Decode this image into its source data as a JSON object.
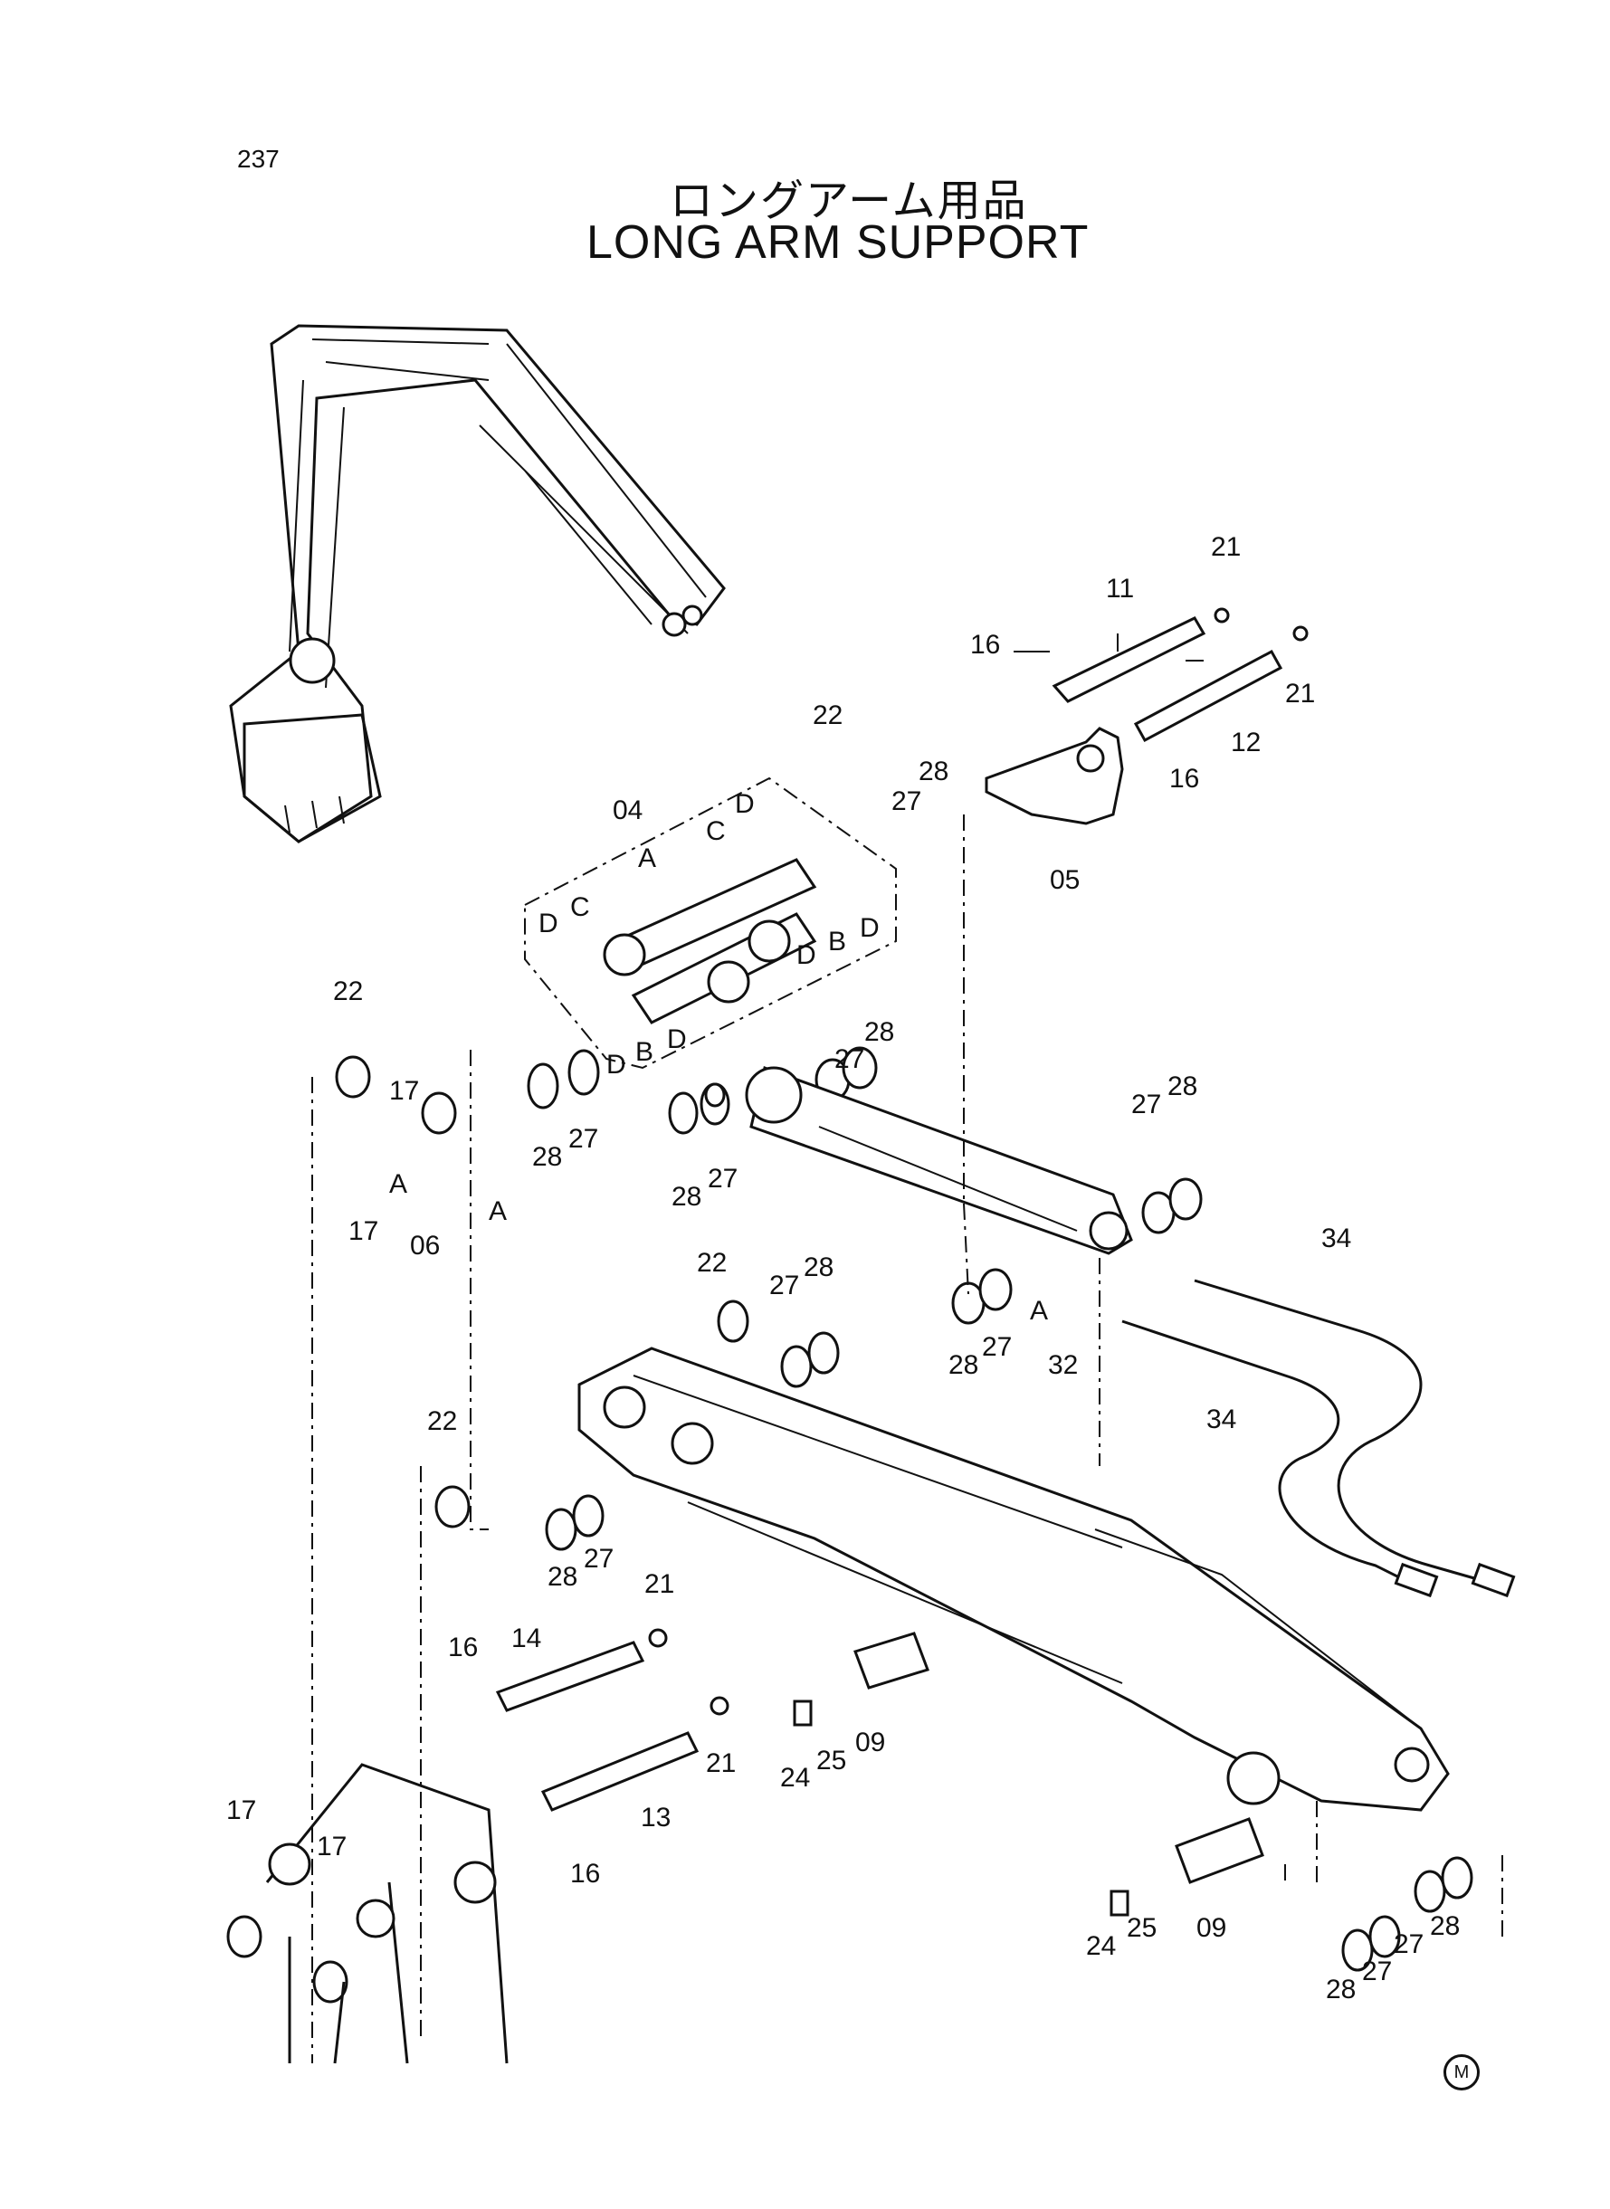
{
  "header": {
    "page_number": "237",
    "title_ja": "ロングアーム用品",
    "title_en": "LONG ARM SUPPORT"
  },
  "footer": {
    "mark": "M"
  },
  "callouts": [
    {
      "id": "c21a",
      "text": "21"
    },
    {
      "id": "c11",
      "text": "11"
    },
    {
      "id": "c16a",
      "text": "16"
    },
    {
      "id": "c21b",
      "text": "21"
    },
    {
      "id": "c12",
      "text": "12"
    },
    {
      "id": "c16b",
      "text": "16"
    },
    {
      "id": "c22a",
      "text": "22"
    },
    {
      "id": "c28a",
      "text": "28"
    },
    {
      "id": "c27a",
      "text": "27"
    },
    {
      "id": "c05",
      "text": "05"
    },
    {
      "id": "c04",
      "text": "04"
    },
    {
      "id": "cDa",
      "text": "D"
    },
    {
      "id": "cCa",
      "text": "C"
    },
    {
      "id": "cAa",
      "text": "A"
    },
    {
      "id": "cCb",
      "text": "C"
    },
    {
      "id": "cDb",
      "text": "D"
    },
    {
      "id": "cDc",
      "text": "D"
    },
    {
      "id": "cBa",
      "text": "B"
    },
    {
      "id": "cDd",
      "text": "D"
    },
    {
      "id": "cDe",
      "text": "D"
    },
    {
      "id": "cBb",
      "text": "B"
    },
    {
      "id": "cDf",
      "text": "D"
    },
    {
      "id": "c22b",
      "text": "22"
    },
    {
      "id": "c17a",
      "text": "17"
    },
    {
      "id": "c28b",
      "text": "28"
    },
    {
      "id": "c27b",
      "text": "27"
    },
    {
      "id": "c28c",
      "text": "28"
    },
    {
      "id": "c27c",
      "text": "27"
    },
    {
      "id": "cAb",
      "text": "A"
    },
    {
      "id": "cAc",
      "text": "A"
    },
    {
      "id": "c17b",
      "text": "17"
    },
    {
      "id": "c06",
      "text": "06"
    },
    {
      "id": "c28d",
      "text": "28"
    },
    {
      "id": "c27d",
      "text": "27"
    },
    {
      "id": "c27e",
      "text": "27"
    },
    {
      "id": "c28e",
      "text": "28"
    },
    {
      "id": "c34a",
      "text": "34"
    },
    {
      "id": "c22c",
      "text": "22"
    },
    {
      "id": "c27f",
      "text": "27"
    },
    {
      "id": "c28f",
      "text": "28"
    },
    {
      "id": "cAd",
      "text": "A"
    },
    {
      "id": "c28g",
      "text": "28"
    },
    {
      "id": "c27g",
      "text": "27"
    },
    {
      "id": "c32",
      "text": "32"
    },
    {
      "id": "c34b",
      "text": "34"
    },
    {
      "id": "c22d",
      "text": "22"
    },
    {
      "id": "c28h",
      "text": "28"
    },
    {
      "id": "c27h",
      "text": "27"
    },
    {
      "id": "c21c",
      "text": "21"
    },
    {
      "id": "c16c",
      "text": "16"
    },
    {
      "id": "c14",
      "text": "14"
    },
    {
      "id": "c21d",
      "text": "21"
    },
    {
      "id": "c24a",
      "text": "24"
    },
    {
      "id": "c25a",
      "text": "25"
    },
    {
      "id": "c09a",
      "text": "09"
    },
    {
      "id": "c13",
      "text": "13"
    },
    {
      "id": "c16d",
      "text": "16"
    },
    {
      "id": "c17c",
      "text": "17"
    },
    {
      "id": "c17d",
      "text": "17"
    },
    {
      "id": "c24b",
      "text": "24"
    },
    {
      "id": "c25b",
      "text": "25"
    },
    {
      "id": "c09b",
      "text": "09"
    },
    {
      "id": "c28i",
      "text": "28"
    },
    {
      "id": "c27i",
      "text": "27"
    },
    {
      "id": "c27j",
      "text": "27"
    },
    {
      "id": "c28j",
      "text": "28"
    }
  ]
}
